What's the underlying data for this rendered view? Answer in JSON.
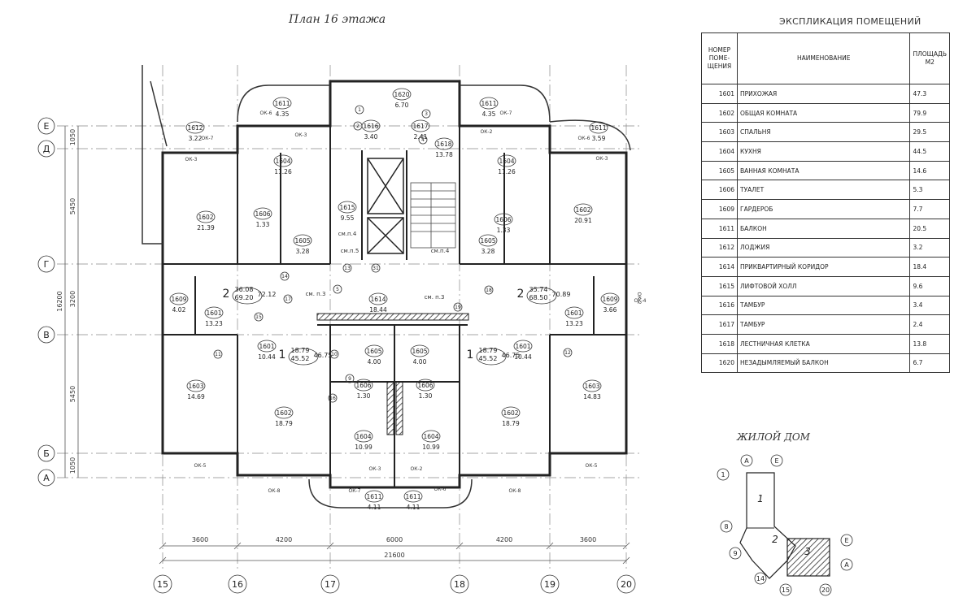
{
  "plan_title": "План 16 этажа",
  "explication": {
    "title": "ЭКСПЛИКАЦИЯ ПОМЕЩЕНИЙ",
    "headers": {
      "number": "НОМЕР ПОМЕ-ЩЕНИЯ",
      "name": "НАИМЕНОВАНИЕ",
      "area": "ПЛОЩАДЬ М2"
    },
    "rows": [
      {
        "number": "1601",
        "name": "ПРИХОЖАЯ",
        "area": "47.3"
      },
      {
        "number": "1602",
        "name": "ОБЩАЯ КОМНАТА",
        "area": "79.9"
      },
      {
        "number": "1603",
        "name": "СПАЛЬНЯ",
        "area": "29.5"
      },
      {
        "number": "1604",
        "name": "КУХНЯ",
        "area": "44.5"
      },
      {
        "number": "1605",
        "name": "ВАННАЯ КОМНАТА",
        "area": "14.6"
      },
      {
        "number": "1606",
        "name": "ТУАЛЕТ",
        "area": "5.3"
      },
      {
        "number": "1609",
        "name": "ГАРДЕРОБ",
        "area": "7.7"
      },
      {
        "number": "1611",
        "name": "БАЛКОН",
        "area": "20.5"
      },
      {
        "number": "1612",
        "name": "ЛОДЖИЯ",
        "area": "3.2"
      },
      {
        "number": "1614",
        "name": "ПРИКВАРТИРНЫЙ КОРИДОР",
        "area": "18.4"
      },
      {
        "number": "1615",
        "name": "ЛИФТОВОЙ ХОЛЛ",
        "area": "9.6"
      },
      {
        "number": "1616",
        "name": "ТАМБУР",
        "area": "3.4"
      },
      {
        "number": "1617",
        "name": "ТАМБУР",
        "area": "2.4"
      },
      {
        "number": "1618",
        "name": "ЛЕСТНИЧНАЯ КЛЕТКА",
        "area": "13.8"
      },
      {
        "number": "1620",
        "name": "НЕЗАДЫМЛЯЕМЫЙ БАЛКОН",
        "area": "6.7"
      }
    ]
  },
  "axes": {
    "rows": [
      "Е",
      "Д",
      "Г",
      "В",
      "Б",
      "А"
    ],
    "columns": [
      "15",
      "16",
      "17",
      "18",
      "19",
      "20"
    ],
    "spans": [
      "3600",
      "4200",
      "6000",
      "4200",
      "3600"
    ],
    "total": "21600",
    "left_dims": [
      "1050",
      "5450",
      "3200",
      "5450",
      "1050"
    ],
    "left_total": "16200"
  },
  "rooms": [
    {
      "id": "1611",
      "area": "4.35"
    },
    {
      "id": "1620",
      "area": "6.70"
    },
    {
      "id": "1611",
      "area": "4.35"
    },
    {
      "id": "1612",
      "area": "3.22"
    },
    {
      "id": "1616",
      "area": "3.40"
    },
    {
      "id": "1617",
      "area": "2.41"
    },
    {
      "id": "1611",
      "area": "3.59"
    },
    {
      "id": "1604",
      "area": "11.26"
    },
    {
      "id": "1618",
      "area": "13.78"
    },
    {
      "id": "1604",
      "area": "11.26"
    },
    {
      "id": "1602",
      "area": "21.39"
    },
    {
      "id": "1615",
      "area": "9.55"
    },
    {
      "id": "1602",
      "area": "20.91"
    },
    {
      "id": "1606",
      "area": "1.33"
    },
    {
      "id": "1605",
      "area": "3.28"
    },
    {
      "id": "1605",
      "area": "3.28"
    },
    {
      "id": "1606",
      "area": "1.33"
    },
    {
      "id": "1609",
      "area": "4.02"
    },
    {
      "id": "1601",
      "area": "13.23"
    },
    {
      "id": "1614",
      "area": "18.44"
    },
    {
      "id": "1601",
      "area": "13.23"
    },
    {
      "id": "1609",
      "area": "3.66"
    },
    {
      "id": "1601",
      "area": "10.44"
    },
    {
      "id": "1605",
      "area": "4.00"
    },
    {
      "id": "1605",
      "area": "4.00"
    },
    {
      "id": "1601",
      "area": "10.44"
    },
    {
      "id": "1603",
      "area": "14.69"
    },
    {
      "id": "1606",
      "area": "1.30"
    },
    {
      "id": "1606",
      "area": "1.30"
    },
    {
      "id": "1603",
      "area": "14.83"
    },
    {
      "id": "1602",
      "area": "18.79"
    },
    {
      "id": "1602",
      "area": "18.79"
    },
    {
      "id": "1604",
      "area": "10.99"
    },
    {
      "id": "1604",
      "area": "10.99"
    },
    {
      "id": "1611",
      "area": "4.11"
    },
    {
      "id": "1611",
      "area": "4.11"
    }
  ],
  "apartments": [
    {
      "rooms": "2",
      "a": "36.08",
      "b": "69.20",
      "c": "72.12"
    },
    {
      "rooms": "2",
      "a": "35.74",
      "b": "68.50",
      "c": "70.89"
    },
    {
      "rooms": "1",
      "a": "18.79",
      "b": "45.52",
      "c": "46.75"
    },
    {
      "rooms": "1",
      "a": "18.79",
      "b": "45.52",
      "c": "46.75"
    }
  ],
  "notes": [
    "см.п.4",
    "см.п.4",
    "см.п.5",
    "см. п.3",
    "см. п.3"
  ],
  "windows": [
    "ОК-6",
    "ОК-7",
    "ОК-7",
    "ОК-3",
    "ОК-2",
    "ОК-3",
    "ОК-6",
    "ОК-3",
    "ОК-2",
    "ОК-4",
    "ОК-5",
    "ОК-5",
    "ОК-8",
    "ОК-8",
    "ОК-7",
    "ОК-3",
    "ОК-2",
    "ОК-6"
  ],
  "markers": [
    "1",
    "2",
    "3",
    "4",
    "5",
    "9",
    "10",
    "11",
    "12",
    "13",
    "14",
    "15",
    "16",
    "17",
    "18",
    "19",
    "31"
  ],
  "key_plan": {
    "title": "ЖИЛОЙ ДОМ",
    "sections": [
      "1",
      "2",
      "3"
    ],
    "axes": [
      "А",
      "Е",
      "1",
      "8",
      "9",
      "14",
      "15",
      "20",
      "Е",
      "А"
    ]
  }
}
